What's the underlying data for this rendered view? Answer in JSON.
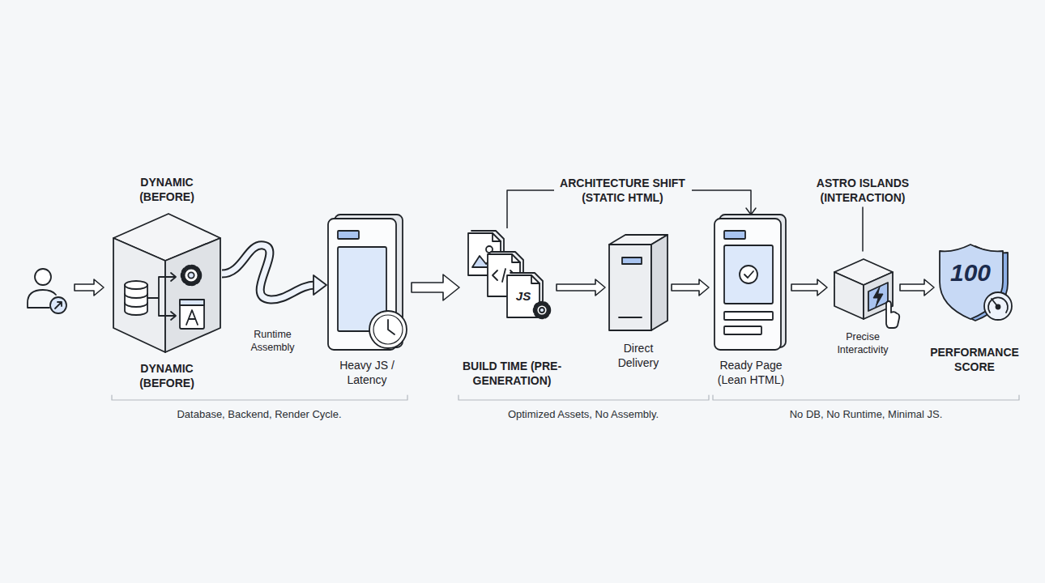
{
  "diagram": {
    "nodes": [
      {
        "text": [
          "DYNAMIC (BEFORE)",
          "DYNAMIC (BEFORE)"
        ]
      },
      {
        "text": [
          "Heavy JS / Latency"
        ]
      },
      {
        "text": [
          "JS",
          "BUILD TIME (PRE-GENERATION)"
        ]
      },
      {
        "text": [
          "Direct Delivery"
        ]
      },
      {
        "text": [
          "Ready Page (Lean HTML)"
        ]
      },
      {
        "text": [
          "ASTRO ISLANDS (INTERACTION)",
          "Precise Interactivity"
        ]
      },
      {
        "text": [
          "100",
          "PERFORMANCE SCORE"
        ]
      }
    ],
    "edges": [
      {
        "from": 0,
        "to": 1,
        "arrow": "to",
        "label": "Runtime Assembly"
      },
      {
        "from": 1,
        "to": 2,
        "arrow": "to"
      },
      {
        "from": 2,
        "to": 3,
        "arrow": "to"
      },
      {
        "from": 2,
        "to": 4,
        "arrow": "to",
        "label": "ARCHITECTURE SHIFT (STATIC HTML)"
      },
      {
        "from": 3,
        "to": 4,
        "arrow": "to"
      },
      {
        "from": 4,
        "to": 5,
        "arrow": "to"
      },
      {
        "from": 5,
        "to": 6,
        "arrow": "to"
      }
    ],
    "labels": [
      "Database, Backend, Render Cycle.",
      "Optimized Assets, No Assembly.",
      "No DB, No Runtime, Minimal JS."
    ]
  }
}
